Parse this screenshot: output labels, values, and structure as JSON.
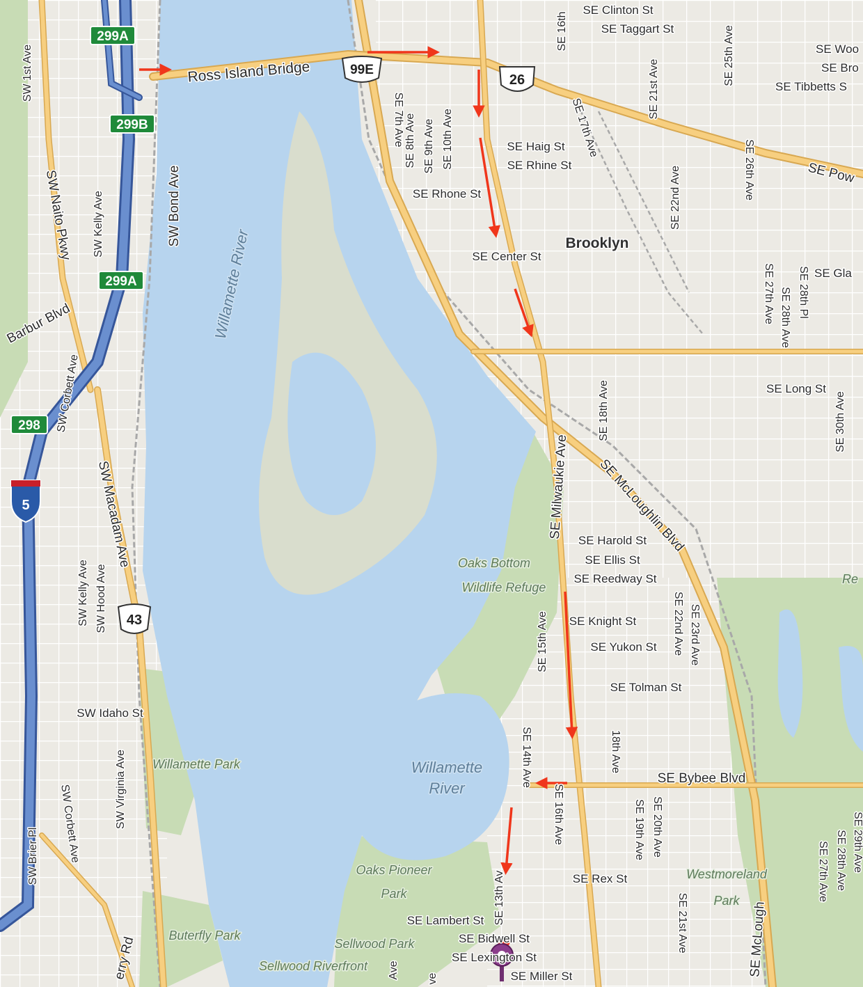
{
  "colors": {
    "land": "#eceae4",
    "water": "#b7d4ee",
    "island": "#d9ddcd",
    "park": "#c8dcb5",
    "street": "#ffffff",
    "street_casing": "#cfcbc2",
    "major_road": "#f7cf80",
    "major_road_casing": "#d8a851",
    "interstate": "#6a8fcf",
    "interstate_casing": "#36569a",
    "rail": "#a8a8a8",
    "arrow": "#f0361b",
    "marker": "#8b3d8b",
    "freeway_exit": "#1f8a3a"
  },
  "shields": {
    "exit_299a_top": "299A",
    "exit_299b": "299B",
    "exit_299a_lower": "299A",
    "exit_298": "298",
    "interstate_5": "5",
    "route_99e": "99E",
    "us_26": "26",
    "route_43": "43"
  },
  "labels": {
    "ross_island_bridge": "Ross Island Bridge",
    "willamette_river_main": "Willamette River",
    "willamette_river_lower_1": "Willamette",
    "willamette_river_lower_2": "River",
    "brooklyn": "Brooklyn",
    "oaks_bottom_1": "Oaks Bottom",
    "oaks_bottom_2": "Wildlife Refuge",
    "oaks_pioneer_1": "Oaks Pioneer",
    "oaks_pioneer_2": "Park",
    "willamette_park": "Willamette Park",
    "butterfly_park": "Buterfly Park",
    "sellwood_park": "Sellwood Park",
    "sellwood_riverfront": "Sellwood Riverfront",
    "westmoreland_1": "Westmoreland",
    "westmoreland_2": "Park",
    "re_partial": "Re",
    "se_clinton": "SE Clinton St",
    "se_taggart": "SE Taggart St",
    "se_woo": "SE Woo",
    "se_bro": "SE Bro",
    "se_tibbetts": "SE Tibbetts S",
    "se_haig": "SE Haig St",
    "se_rhine": "SE Rhine St",
    "se_rhone": "SE Rhone St",
    "se_center": "SE Center St",
    "se_pow": "SE Pow",
    "se_gla": "SE Gla",
    "se_long": "SE Long St",
    "se_harold": "SE Harold St",
    "se_ellis": "SE Ellis St",
    "se_reedway": "SE Reedway St",
    "se_knight": "SE Knight St",
    "se_yukon": "SE Yukon St",
    "se_tolman": "SE Tolman St",
    "se_bybee": "SE Bybee Blvd",
    "se_rex": "SE Rex St",
    "se_lambert": "SE Lambert St",
    "se_bidwell": "SE Bidwell St",
    "se_lexington": "SE Lexington St",
    "se_miller": "SE Miller St",
    "se_milwaukie": "SE Milwaukie Ave",
    "se_mcloughlin": "SE McLoughlin Blvd",
    "se_mcloughlin_lower": "SE McLough",
    "se_7th": "SE 7th Ave",
    "se_8th": "SE 8th Ave",
    "se_9th": "SE 9th Ave",
    "se_10th": "SE 10th Ave",
    "se_16th_top": "SE 16th",
    "se_17th": "SE 17th Ave",
    "se_21st_top": "SE 21st Ave",
    "se_22nd_top": "SE 22nd Ave",
    "se_25th": "SE 25th Ave",
    "se_26th": "SE 26th Ave",
    "se_27th_mid": "SE 27th Ave",
    "se_28th_mid": "SE 28th Ave",
    "se_28th_pl": "SE 28th Pl",
    "se_30th": "SE 30th Ave",
    "se_18th_mid": "SE 18th Ave",
    "se_15th": "SE 15th Ave",
    "se_22nd_low": "SE 22nd Ave",
    "se_23rd_low": "SE 23rd Ave",
    "se_14th": "SE 14th Ave",
    "se_16th_low": "SE 16th Ave",
    "se_18th_low": "18th Ave",
    "se_19th_low": "SE 19th Ave",
    "se_20th_low": "SE 20th Ave",
    "se_13th": "SE 13th Av",
    "se_21st_low": "SE 21st Ave",
    "se_27th_low": "SE 27th Ave",
    "se_28th_low": "SE 28th Ave",
    "se_29th_low": "SE 29th Ave",
    "sw_1st": "SW 1st Ave",
    "sw_naito": "SW Naito Pkwy",
    "sw_kelly_top": "SW Kelly Ave",
    "sw_bond": "SW Bond Ave",
    "barbur": "Barbur Blvd",
    "sw_corbett_top": "SW Corbett Ave",
    "sw_macadam": "SW Macadam Ave",
    "sw_kelly_low": "SW Kelly Ave",
    "sw_hood": "SW Hood Ave",
    "sw_idaho": "SW Idaho St",
    "sw_virginia": "SW Virginia Ave",
    "sw_corbett_low": "SW Corbett Ave",
    "sw_brier": "SW Brier Pl",
    "terwilliger": "erry Rd",
    "ave_partial_1": "Ave",
    "ave_partial_2": "ve"
  }
}
